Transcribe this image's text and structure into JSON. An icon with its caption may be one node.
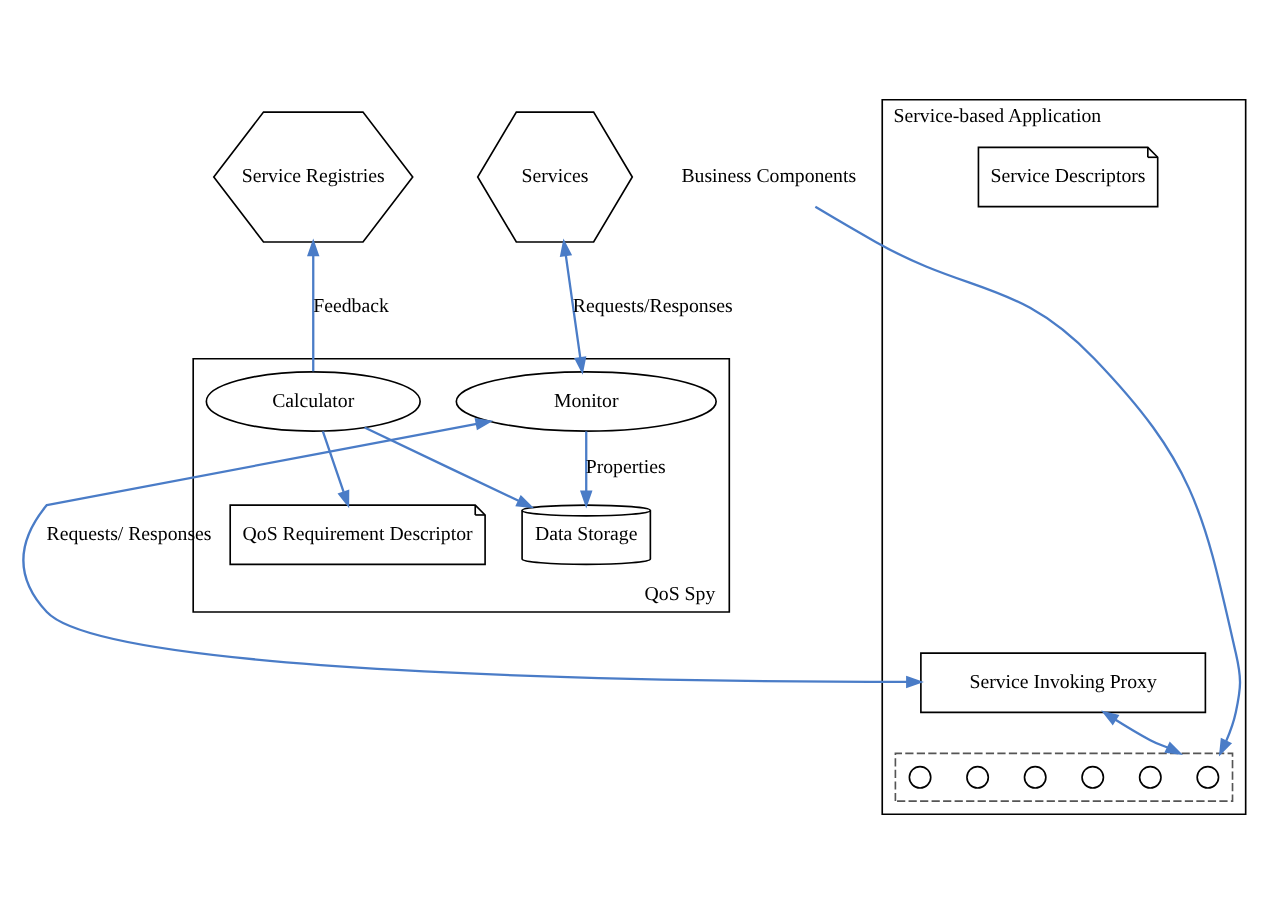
{
  "diagram": {
    "nodes": [
      {
        "text": [
          "Services"
        ]
      },
      {
        "text": [
          "Service Registries"
        ]
      },
      {
        "text": [
          "QoS Spy"
        ]
      },
      {
        "text": [
          "Monitor"
        ],
        "in": 2
      },
      {
        "text": [
          "Calculator"
        ],
        "in": 2
      },
      {
        "text": [
          "Data Storage"
        ],
        "in": 2
      },
      {
        "text": [
          "QoS Requirement Descriptor"
        ],
        "in": 2
      },
      {
        "text": [
          "Service-based Application"
        ]
      },
      {
        "text": [
          "Service Invoking Proxy"
        ],
        "in": 7
      },
      {
        "text": [
          "Service Descriptors"
        ],
        "in": 7
      },
      {
        "text": [],
        "shape": "box",
        "in": 7
      },
      {
        "text": [],
        "shape": "circle",
        "in": 10
      },
      {
        "text": [],
        "shape": "circle",
        "in": 10
      },
      {
        "text": [],
        "shape": "circle",
        "in": 10
      },
      {
        "text": [],
        "shape": "circle",
        "in": 10
      },
      {
        "text": [],
        "shape": "circle",
        "in": 10
      },
      {
        "text": [],
        "shape": "circle",
        "in": 10
      },
      {
        "text": [
          "Business Components"
        ]
      }
    ],
    "edges": [
      {
        "from": 0,
        "to": 3,
        "arrow": "both",
        "label": "Requests/Responses"
      },
      {
        "from": 4,
        "to": 1,
        "arrow": "to",
        "label": "Feedback"
      },
      {
        "from": 4,
        "to": 6,
        "arrow": "to"
      },
      {
        "from": 4,
        "to": 5,
        "arrow": "to"
      },
      {
        "from": 3,
        "to": 5,
        "arrow": "to",
        "label": "Properties"
      },
      {
        "from": 8,
        "to": 3,
        "arrow": "both",
        "label": "Requests/ Responses"
      },
      {
        "from": 8,
        "to": 10,
        "arrow": "both"
      },
      {
        "from": 17,
        "to": 10,
        "arrow": "to"
      }
    ]
  }
}
